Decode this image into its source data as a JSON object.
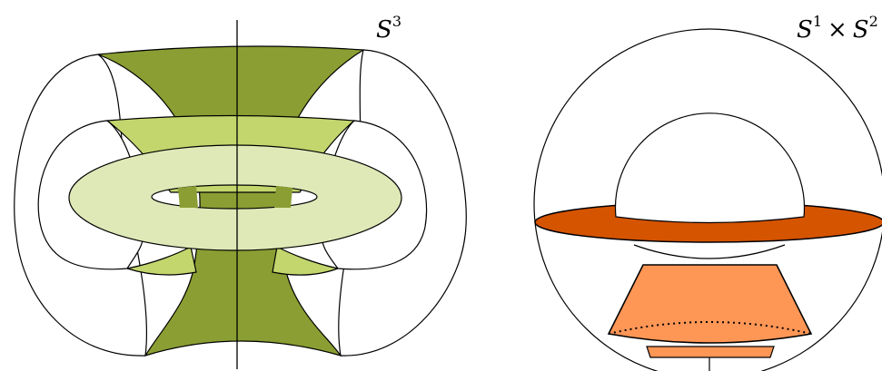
{
  "left_panel": {
    "label": {
      "base": "S",
      "exponent": "3"
    }
  },
  "right_panel": {
    "label": {
      "base1": "S",
      "exp1": "1",
      "times": "×",
      "base2": "S",
      "exp2": "2"
    }
  },
  "colors": {
    "olive_dark": "#8a9e33",
    "green_mid": "#c2d66d",
    "green_pale": "#dfe9b8",
    "orange_dark": "#d55400",
    "orange_light": "#fe9656",
    "stroke": "#000000",
    "background": "#ffffff"
  }
}
